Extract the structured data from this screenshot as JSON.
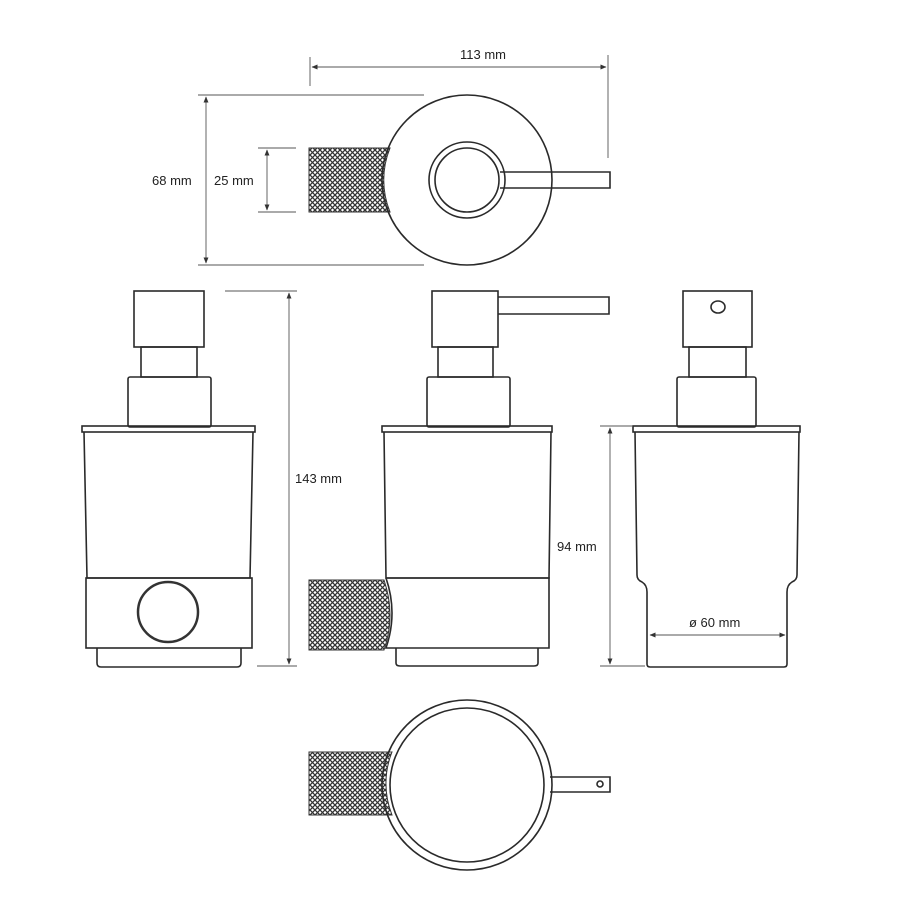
{
  "dimensions": {
    "overall_length": "113 mm",
    "mount_height": "68 mm",
    "knob_diameter": "25 mm",
    "total_height": "143 mm",
    "glass_height": "94 mm",
    "glass_diameter": "ø 60 mm"
  },
  "colors": {
    "line": "#2a2a2a",
    "knurl": "#3a3a3a",
    "background": "#ffffff"
  }
}
